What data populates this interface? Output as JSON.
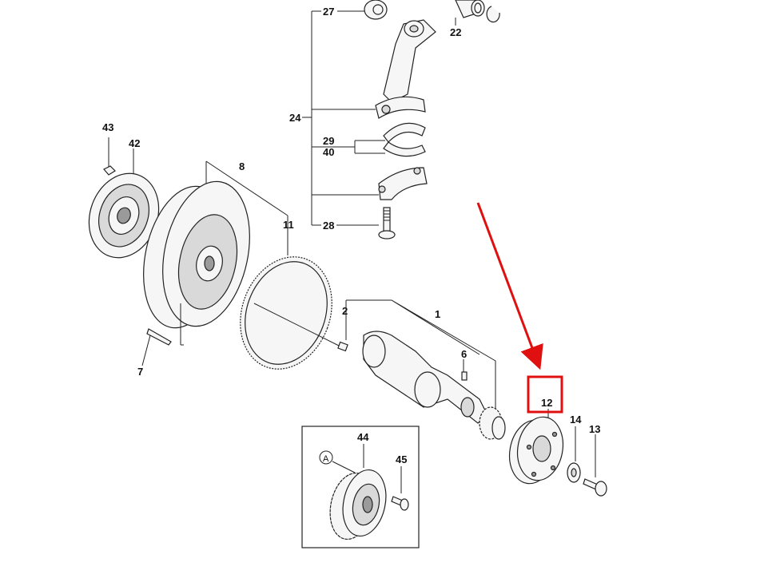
{
  "labels": {
    "p27": "27",
    "p22": "22",
    "p24": "24",
    "p29": "29",
    "p40": "40",
    "p28": "28",
    "p43": "43",
    "p42": "42",
    "p8": "8",
    "p11": "11",
    "p2": "2",
    "p1": "1",
    "p6": "6",
    "p7": "7",
    "p12": "12",
    "p14": "14",
    "p13": "13",
    "p44": "44",
    "p45": "45",
    "pA": "A"
  },
  "highlight": {
    "color": "#e01010"
  }
}
